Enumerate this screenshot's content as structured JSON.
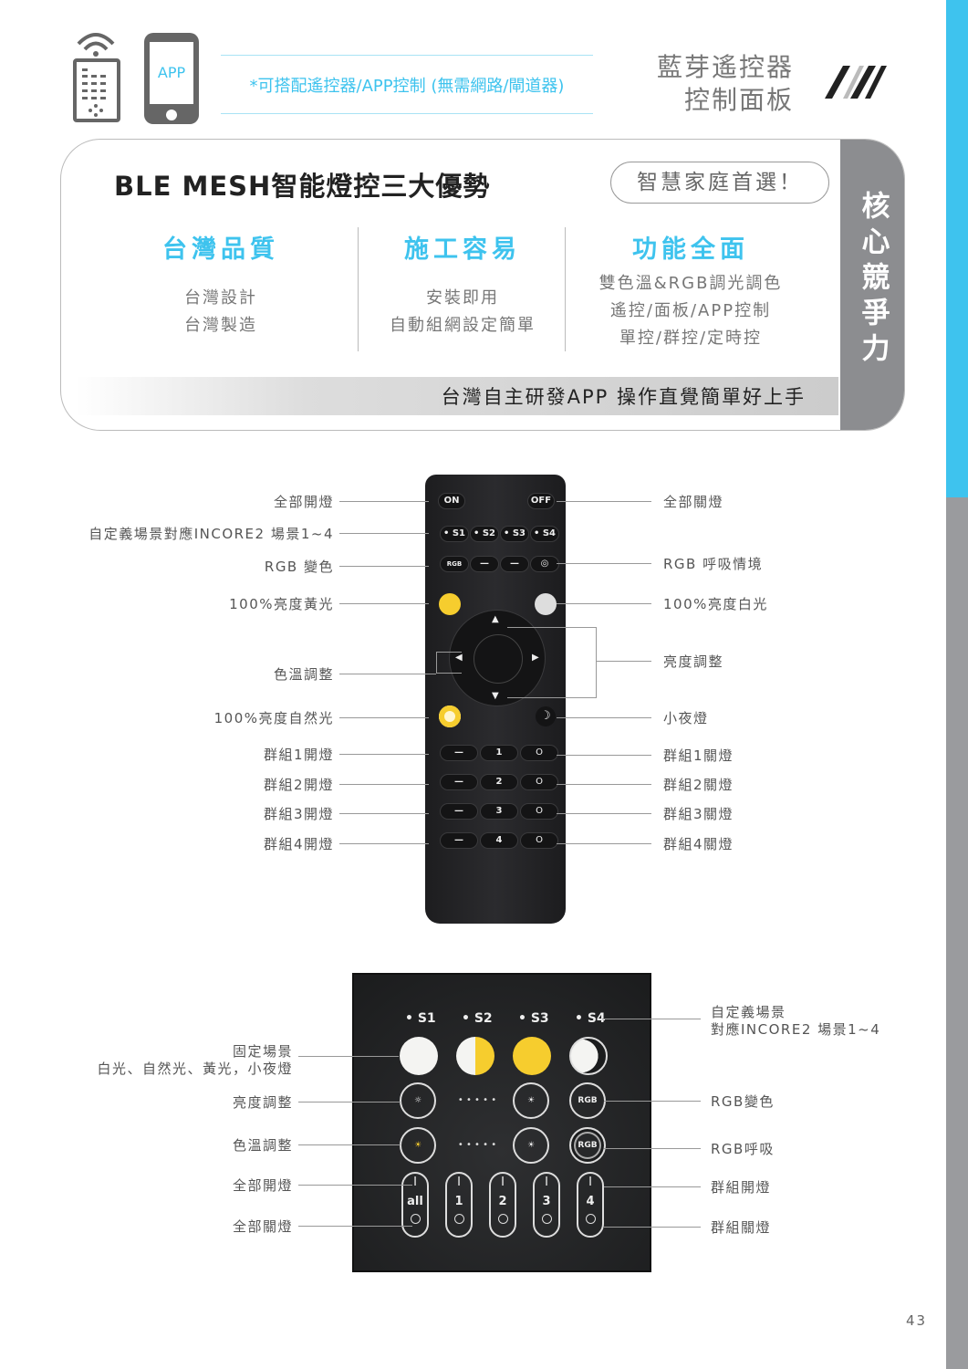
{
  "header": {
    "phone_label": "APP",
    "note": "*可搭配遙控器/APP控制 (無需網路/閘道器)",
    "title_line1": "藍芽遙控器",
    "title_line2": "控制面板"
  },
  "advantages": {
    "title": "BLE MESH智能燈控三大優勢",
    "badge": "智慧家庭首選！",
    "side_label": "核心競爭力",
    "columns": [
      {
        "heading": "台灣品質",
        "lines": [
          "台灣設計",
          "台灣製造"
        ]
      },
      {
        "heading": "施工容易",
        "lines": [
          "安裝即用",
          "自動組網設定簡單"
        ]
      },
      {
        "heading": "功能全面",
        "lines": [
          "雙色溫&RGB調光調色",
          "遙控/面板/APP控制",
          "單控/群控/定時控"
        ]
      }
    ],
    "band": "台灣自主研發APP 操作直覺簡單好上手"
  },
  "remote": {
    "buttons": {
      "on": "ON",
      "off": "OFF",
      "s1": "• S1",
      "s2": "• S2",
      "s3": "• S3",
      "s4": "• S4",
      "rgb": "RGB",
      "dash": "—",
      "ring": "◎",
      "groups": [
        "1",
        "2",
        "3",
        "4"
      ],
      "off_sym": "O"
    },
    "left_labels": [
      "全部開燈",
      "自定義場景對應INCORE2 場景1~4",
      "RGB 變色",
      "100%亮度黃光",
      "色溫調整",
      "100%亮度自然光",
      "群組1開燈",
      "群組2開燈",
      "群組3開燈",
      "群組4開燈"
    ],
    "right_labels": [
      "全部關燈",
      "RGB 呼吸情境",
      "100%亮度白光",
      "亮度調整",
      "小夜燈",
      "群組1關燈",
      "群組2關燈",
      "群組3關燈",
      "群組4關燈"
    ]
  },
  "panel": {
    "scenes": [
      "• S1",
      "• S2",
      "• S3",
      "• S4"
    ],
    "rgb": "RGB",
    "dots": "• • • • •",
    "groups": [
      "all",
      "1",
      "2",
      "3",
      "4"
    ],
    "on_sym": "I",
    "left_labels": [
      "固定場景",
      "白光、自然光、黃光，小夜燈",
      "亮度調整",
      "色溫調整",
      "全部開燈",
      "全部關燈"
    ],
    "right_labels": [
      "自定義場景",
      "對應INCORE2 場景1~4",
      "RGB變色",
      "RGB呼吸",
      "群組開燈",
      "群組關燈"
    ]
  },
  "page_number": "43",
  "colors": {
    "accent": "#3ec3ee",
    "yellow": "#f6cd2e"
  }
}
